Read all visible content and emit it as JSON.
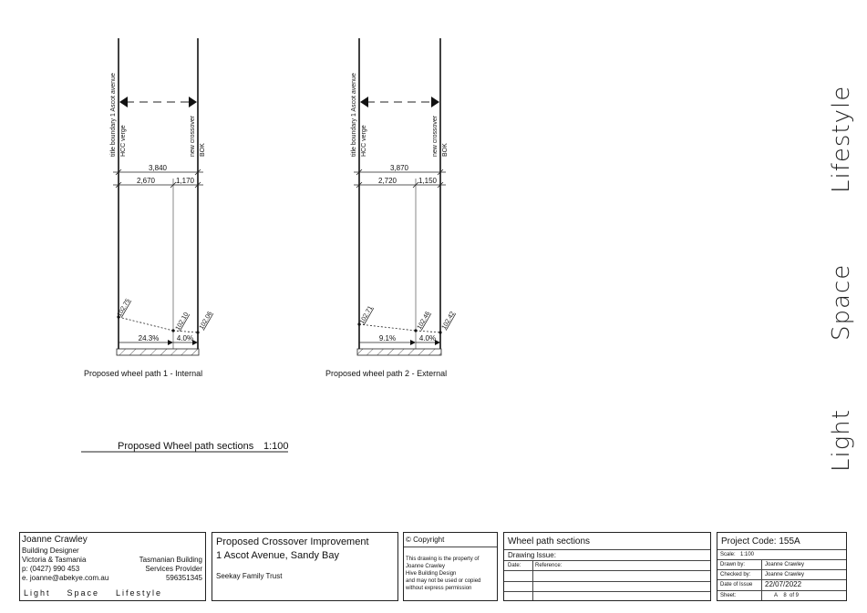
{
  "brand": {
    "lifestyle": "Lifestyle",
    "space": "Space",
    "light": "Light"
  },
  "section1": {
    "left_line_label": "title boundary 1 Ascot avenue",
    "left_sub_label": "HCC verge",
    "right_line_label": "new crossover",
    "right_sub_label": "BOK",
    "total_dim": "3,840",
    "dim_a": "2,670",
    "dim_b": "1,170",
    "level_left": "102.75",
    "level_mid": "102.10",
    "level_right": "102.06",
    "grade_a": "24.3%",
    "grade_b": "4.0%",
    "caption": "Proposed wheel path 1 - Internal"
  },
  "section2": {
    "left_line_label": "title boundary 1 Ascot avenue",
    "left_sub_label": "HCC verge",
    "right_line_label": "new crossover",
    "right_sub_label": "BOK",
    "total_dim": "3,870",
    "dim_a": "2,720",
    "dim_b": "1,150",
    "level_left": "102.71",
    "level_mid": "102.46",
    "level_right": "102.42",
    "grade_a": "9.1%",
    "grade_b": "4.0%",
    "caption": "Proposed wheel path 2 - External"
  },
  "sheet_title": {
    "text": "Proposed Wheel path sections",
    "scale": "1:100"
  },
  "titleblock": {
    "designer": {
      "name": "Joanne Crawley",
      "role": "Building Designer",
      "states": "Victoria  &  Tasmania",
      "phone": "p: (0427) 990 453",
      "email": "e. joanne@abekye.com.au",
      "provider1": "Tasmanian Building",
      "provider2": "Services Provider",
      "provider_no": "596351345",
      "tagline": "Light    Space    Lifestyle"
    },
    "project": {
      "title": "Proposed Crossover Improvement",
      "address": "1 Ascot Avenue, Sandy Bay",
      "client": "Seekay Family Trust"
    },
    "copyright": {
      "heading": "© Copyright",
      "l1": "This drawing is the property of",
      "l2": "Joanne Crawley",
      "l3": "Hive Building Design",
      "l4": "and may not be used or copied",
      "l5": "without express permission"
    },
    "drawing": {
      "title": "Wheel path sections",
      "issue_label": "Drawing Issue:",
      "date_label": "Date:",
      "reference_label": "Reference:"
    },
    "details": {
      "project_code": "Project Code: 155A",
      "scale_label": "Scale:",
      "scale_value": "1:100",
      "drawn_label": "Drawn by:",
      "drawn_value": "Joanne Crawley",
      "checked_label": "Checked by:",
      "checked_value": "Joanne Crawley",
      "date_label": "Date of Issue",
      "date_value": "22/07/2022",
      "sheet_label": "Sheet:",
      "sheet_value": "A    8  of 9"
    }
  }
}
